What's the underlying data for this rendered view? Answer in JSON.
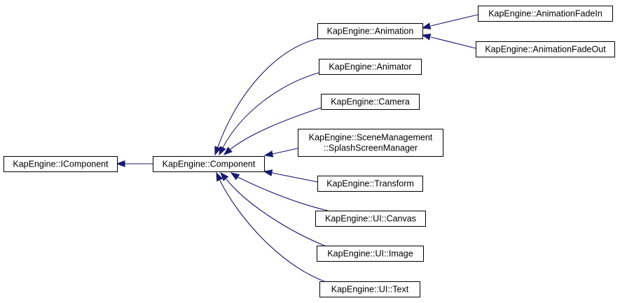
{
  "diagram": {
    "colors": {
      "edge": "#191970",
      "node_border": "#000000",
      "node_fill": "#ffffff",
      "background": "#ffffff"
    },
    "nodes": {
      "icomponent": [
        "KapEngine::IComponent"
      ],
      "component": [
        "KapEngine::Component"
      ],
      "animation": [
        "KapEngine::Animation"
      ],
      "animator": [
        "KapEngine::Animator"
      ],
      "camera": [
        "KapEngine::Camera"
      ],
      "splash": [
        "KapEngine::SceneManagement",
        "::SplashScreenManager"
      ],
      "transform": [
        "KapEngine::Transform"
      ],
      "canvas": [
        "KapEngine::UI::Canvas"
      ],
      "image": [
        "KapEngine::UI::Image"
      ],
      "text": [
        "KapEngine::UI::Text"
      ],
      "fadein": [
        "KapEngine::AnimationFadeIn"
      ],
      "fadeout": [
        "KapEngine::AnimationFadeOut"
      ]
    },
    "edges": [
      {
        "from": "component",
        "to": "icomponent"
      },
      {
        "from": "animation",
        "to": "component"
      },
      {
        "from": "animator",
        "to": "component"
      },
      {
        "from": "camera",
        "to": "component"
      },
      {
        "from": "splash",
        "to": "component"
      },
      {
        "from": "transform",
        "to": "component"
      },
      {
        "from": "canvas",
        "to": "component"
      },
      {
        "from": "image",
        "to": "component"
      },
      {
        "from": "text",
        "to": "component"
      },
      {
        "from": "fadein",
        "to": "animation"
      },
      {
        "from": "fadeout",
        "to": "animation"
      }
    ]
  }
}
